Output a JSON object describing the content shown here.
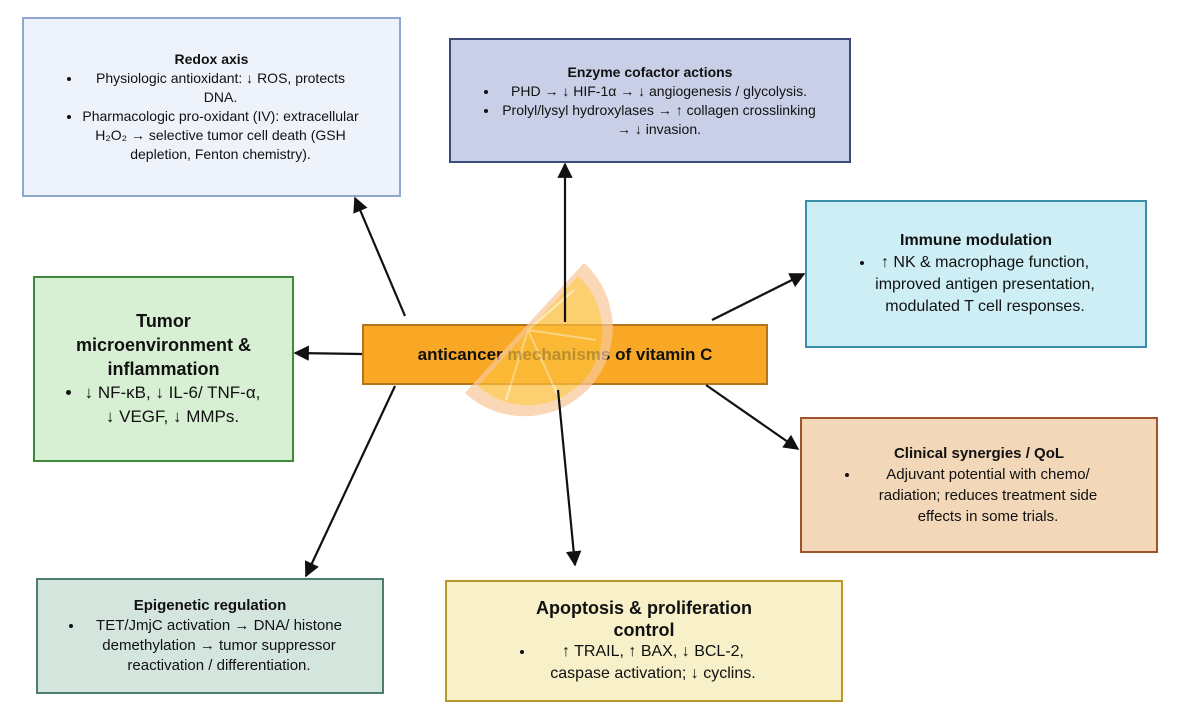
{
  "center": {
    "label": "anticancer mechanisms of vitamin C",
    "color": "#f8a825"
  },
  "boxes": {
    "redox": {
      "title": "Redox axis",
      "bullets": [
        "Physiologic antioxidant: ↓ ROS, protects DNA.",
        "Pharmacologic pro-oxidant (IV): extracellular H₂O₂ → selective tumor cell death (GSH depletion, Fenton chemistry)."
      ],
      "bg": "#eef3fb",
      "border": "#8fa7cf"
    },
    "enzyme": {
      "title": "Enzyme cofactor actions",
      "bullets": [
        "PHD → ↓ HIF-1α → ↓ angiogenesis / glycolysis.",
        "Prolyl/lysyl hydroxylases → ↑ collagen crosslinking → ↓ invasion."
      ],
      "bg": "#c9cfe6",
      "border": "#3c4a7a"
    },
    "immune": {
      "title": "Immune modulation",
      "bullets": [
        "↑ NK & macrophage function, improved antigen presentation, modulated T cell responses."
      ],
      "bg": "#cdeef5",
      "border": "#3a8fa8"
    },
    "tumor": {
      "title": "Tumor microenvironment & inflammation",
      "bullets": [
        "↓ NF-κB, ↓ IL-6/ TNF-α, ↓ VEGF, ↓ MMPs."
      ],
      "bg": "#d7f0d3",
      "border": "#3d8a3a"
    },
    "clinical": {
      "title": "Clinical synergies / QoL",
      "bullets": [
        "Adjuvant potential with chemo/ radiation; reduces treatment side effects in some trials."
      ],
      "bg": "#f3d7b9",
      "border": "#a0522d"
    },
    "epigenetic": {
      "title": "Epigenetic regulation",
      "bullets": [
        "TET/JmjC activation → DNA/ histone demethylation → tumor suppressor reactivation / differentiation."
      ],
      "bg": "#d3e5dd",
      "border": "#4e7d6c"
    },
    "apoptosis": {
      "title": "Apoptosis & proliferation control",
      "bullets": [
        "↑ TRAIL, ↑ BAX, ↓ BCL-2, caspase activation; ↓ cyclins."
      ],
      "bg": "#f7f0c8",
      "border": "#b49a2e"
    }
  },
  "icons": {
    "center_image": "orange-slice-icon"
  }
}
